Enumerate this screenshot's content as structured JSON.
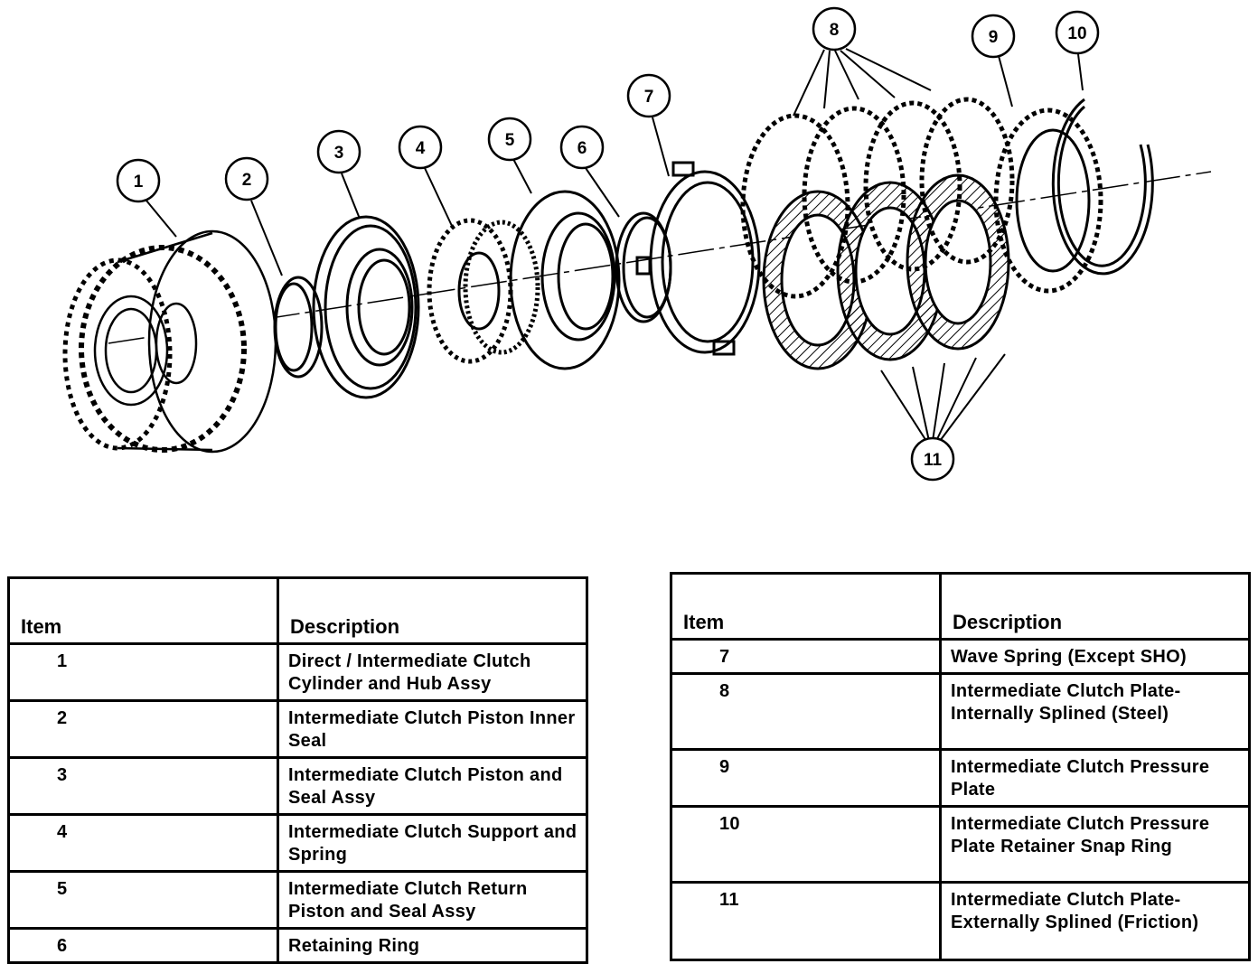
{
  "diagram": {
    "callouts": [
      "1",
      "2",
      "3",
      "4",
      "5",
      "6",
      "7",
      "8",
      "9",
      "10",
      "11"
    ]
  },
  "table_left": {
    "header_item": "Item",
    "header_desc": "Description",
    "rows": [
      {
        "item": "1",
        "desc": "Direct / Intermediate Clutch Cylinder and Hub Assy"
      },
      {
        "item": "2",
        "desc": "Intermediate Clutch Piston Inner Seal"
      },
      {
        "item": "3",
        "desc": "Intermediate Clutch Piston and Seal Assy"
      },
      {
        "item": "4",
        "desc": "Intermediate Clutch Support and Spring"
      },
      {
        "item": "5",
        "desc": "Intermediate Clutch Return Piston and Seal Assy"
      },
      {
        "item": "6",
        "desc": "Retaining Ring"
      }
    ]
  },
  "table_right": {
    "header_item": "Item",
    "header_desc": "Description",
    "rows": [
      {
        "item": "7",
        "desc": "Wave Spring (Except SHO)"
      },
      {
        "item": "8",
        "desc": "Intermediate Clutch Plate-Internally Splined (Steel)"
      },
      {
        "item": "9",
        "desc": "Intermediate Clutch Pressure Plate"
      },
      {
        "item": "10",
        "desc": "Intermediate Clutch Pressure Plate Retainer Snap Ring"
      },
      {
        "item": "11",
        "desc": "Intermediate Clutch Plate-Externally Splined (Friction)"
      }
    ]
  }
}
